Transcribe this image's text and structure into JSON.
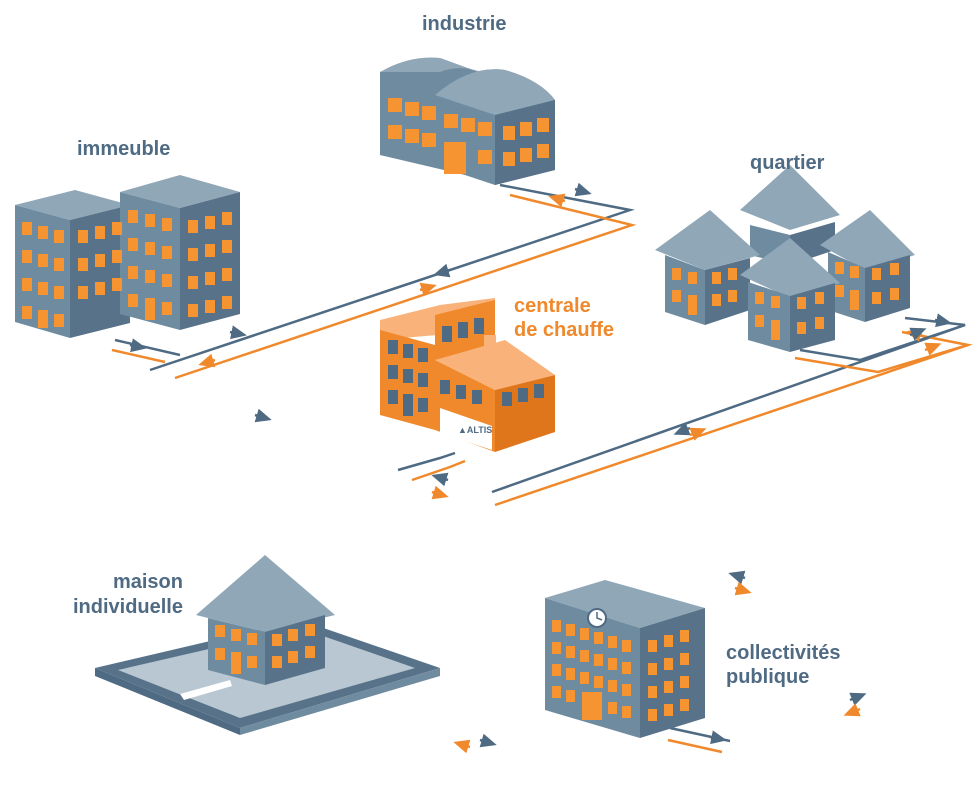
{
  "labels": {
    "industrie": "industrie",
    "immeuble": "immeuble",
    "quartier": "quartier",
    "centrale_line1": "centrale",
    "centrale_line2": "de chauffe",
    "maison_line1": "maison",
    "maison_line2": "individuelle",
    "collectivites_line1": "collectivités",
    "collectivites_line2": "publique"
  },
  "brand": "ALTIS",
  "colors": {
    "supply_pipe": "#f0892b",
    "return_pipe": "#4f6b84",
    "building": "#6f8ba0",
    "window": "#f79432",
    "plant": "#f0892b"
  }
}
